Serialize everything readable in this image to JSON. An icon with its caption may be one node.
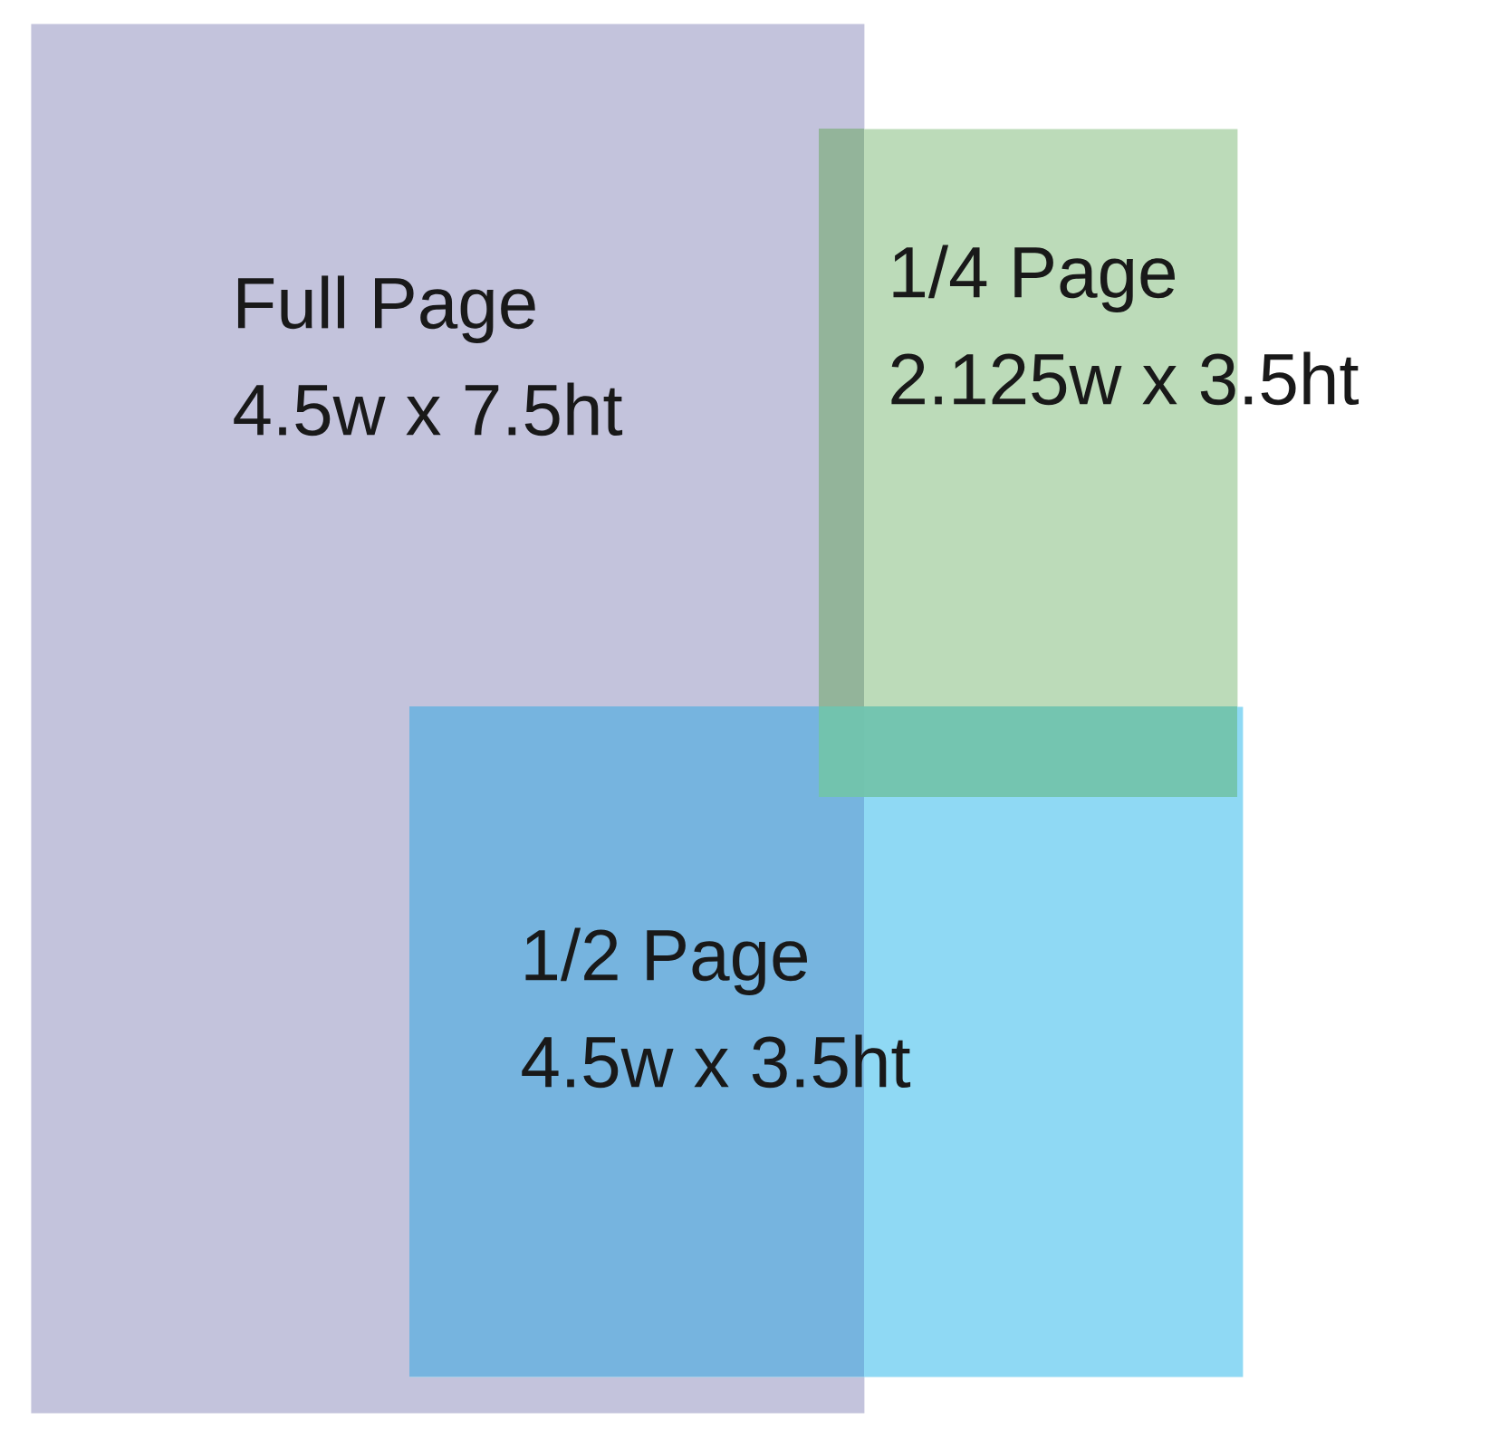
{
  "diagram": {
    "nodes": [
      {
        "text": [
          "Full Page",
          "4.5w x 7.5ht"
        ]
      },
      {
        "text": [
          "1/4 Page",
          "2.125w x 3.5ht"
        ]
      },
      {
        "text": [
          "1/2 Page",
          "4.5w x 3.5ht"
        ]
      }
    ]
  }
}
